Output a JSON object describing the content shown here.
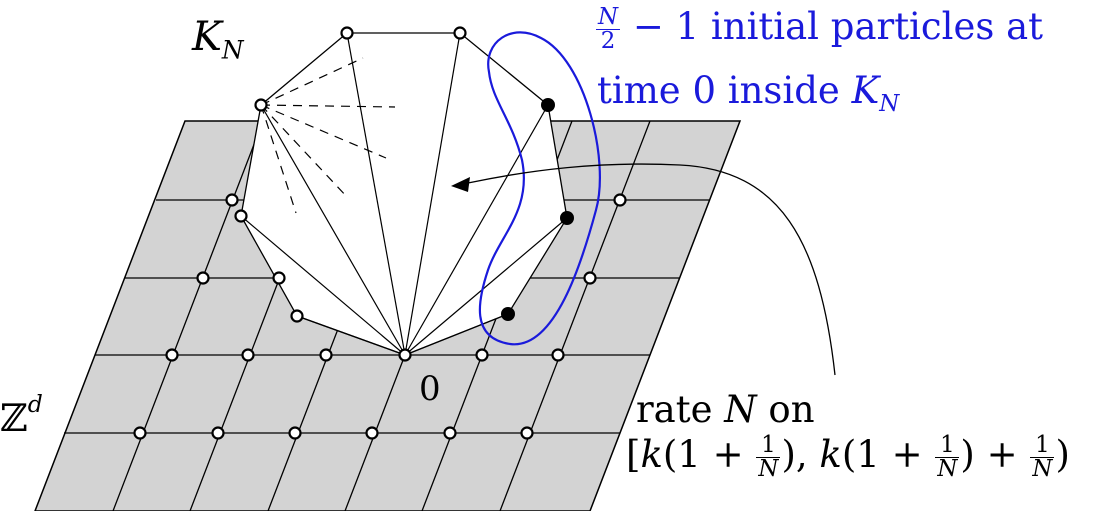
{
  "labels": {
    "kn_symbol": "K",
    "kn_subscript": "N",
    "zd_symbol": "ℤ",
    "zd_superscript": "d",
    "origin": "0"
  },
  "annotation_particles": {
    "frac_num": "N",
    "frac_den": "2",
    "line1_rest": " − 1 initial particles at",
    "line2_text": "time 0 inside ",
    "line2_symbol": "K",
    "line2_subscript": "N",
    "color": "#1a1adb"
  },
  "annotation_rate": {
    "line1_text": "rate ",
    "line1_symbol": "N",
    "line1_rest": " on",
    "open": "[",
    "k1": "k",
    "part_a": "(1 + ",
    "one": "1",
    "N": "N",
    "part_b": "), ",
    "k2": "k",
    "part_c": "(1 + ",
    "part_d": ") + ",
    "close": ")"
  },
  "colors": {
    "lattice_fill": "#d3d3d3",
    "stroke": "#000000",
    "loop": "#1a1adb"
  }
}
